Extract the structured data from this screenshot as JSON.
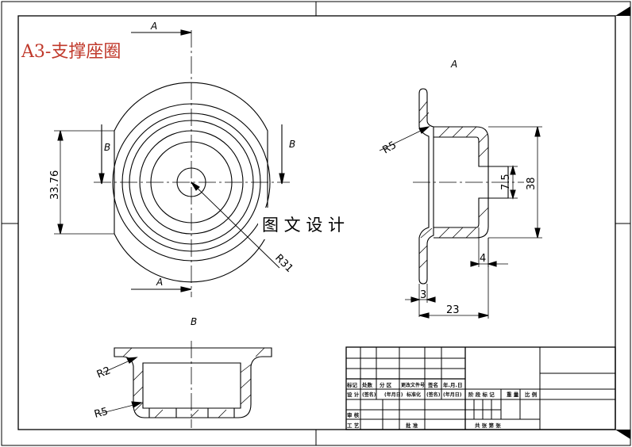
{
  "title": "A3-支撑座圈",
  "watermark": "图 文 设 计",
  "section_labels": {
    "a_top": "A",
    "a_bottom": "A",
    "b_left": "B",
    "b_right": "B",
    "view_a": "A",
    "view_b": "B"
  },
  "dimensions": {
    "d_33_76": "33.76",
    "r31": "R31",
    "r5_side": "R5",
    "d_38": "38",
    "d_7_5": "7.5",
    "d_4": "4",
    "d_3": "3",
    "d_23": "23",
    "r2": "R2",
    "r5_bottom": "R5"
  },
  "title_block": {
    "r5": [
      "标记",
      "处数",
      "分 区",
      "更改文件号",
      "签名",
      "年.月.日"
    ],
    "r6": [
      "设 计",
      "(签名)",
      "(年月日)",
      "标准化",
      "(签名)",
      "(年月日)"
    ],
    "r6b": [
      "阶 段 标 记",
      "重 量",
      "比 例"
    ],
    "r7a": "审 核",
    "r7b": "工 艺",
    "r7c": "批 准",
    "r7d": "共   张   第   张"
  },
  "colors": {
    "line": "#000000",
    "title_red": "#c0392b"
  }
}
